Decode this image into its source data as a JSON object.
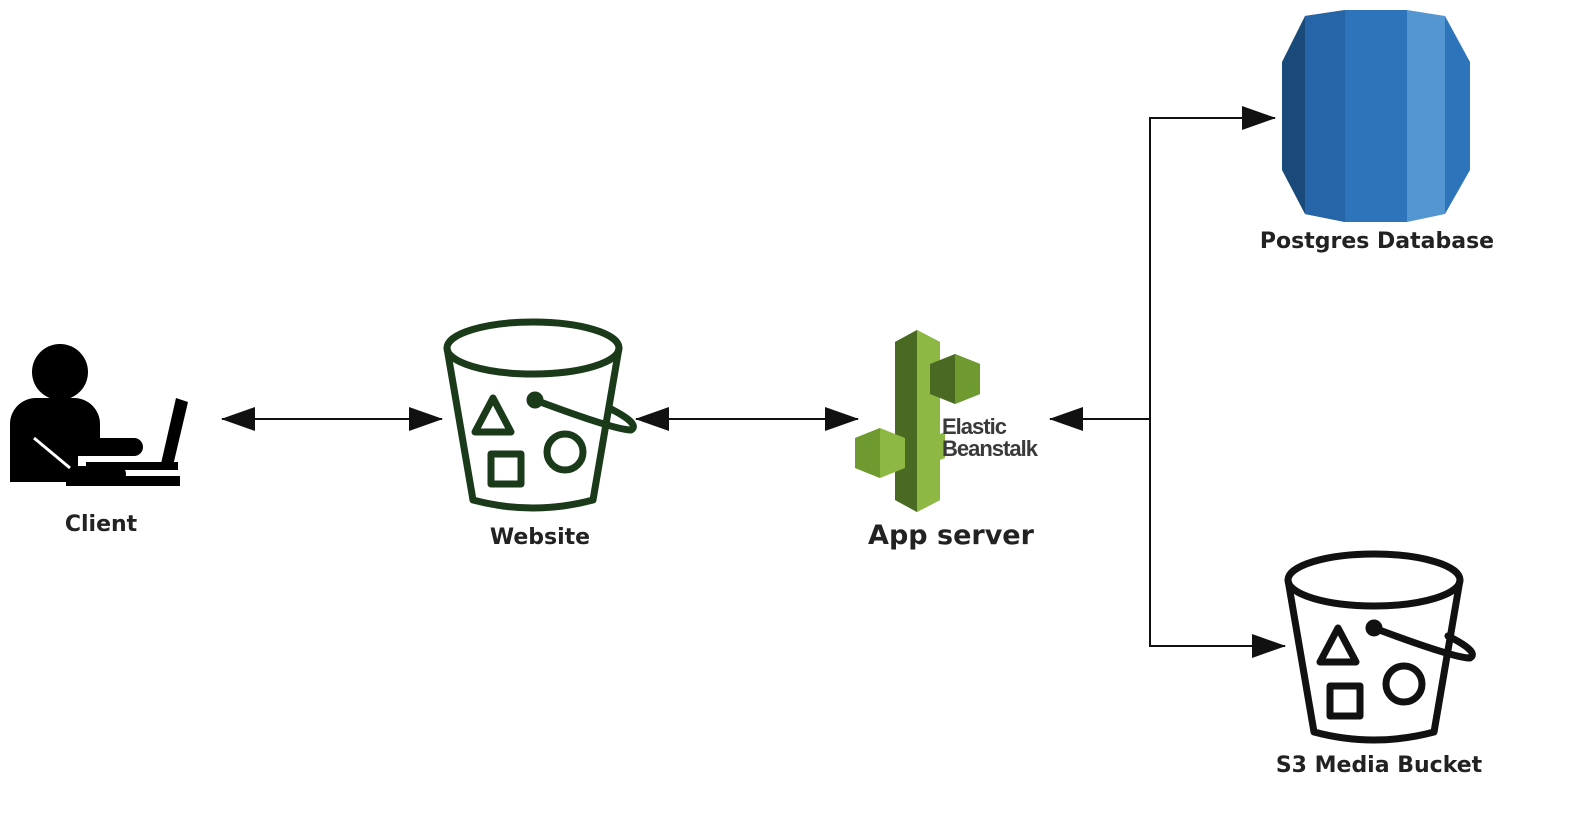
{
  "nodes": {
    "client": {
      "label": "Client",
      "icon": "user-laptop-icon"
    },
    "website": {
      "label": "Website",
      "icon": "s3-bucket-icon"
    },
    "app_server": {
      "label": "App server",
      "icon": "elastic-beanstalk-icon",
      "logo_line1": "Elastic",
      "logo_line2": "Beanstalk"
    },
    "database": {
      "label": "Postgres Database",
      "icon": "rds-database-icon"
    },
    "media_bucket": {
      "label": "S3 Media Bucket",
      "icon": "s3-bucket-icon"
    }
  },
  "edges": [
    {
      "from": "client",
      "to": "website",
      "direction": "both"
    },
    {
      "from": "website",
      "to": "app_server",
      "direction": "both"
    },
    {
      "from": "app_server",
      "to": "database",
      "direction": "both"
    },
    {
      "from": "app_server",
      "to": "media_bucket",
      "direction": "both"
    }
  ],
  "colors": {
    "bucket_stroke": "#1a3a1a",
    "beanstalk_green_light": "#8cb843",
    "beanstalk_green_mid": "#6e9a30",
    "beanstalk_green_dark": "#4a6a24",
    "db_blue_dark": "#1a4a7a",
    "db_blue_mid": "#2565a8",
    "db_blue": "#2e74bb",
    "db_blue_light": "#5496d2",
    "arrow": "#111111"
  }
}
